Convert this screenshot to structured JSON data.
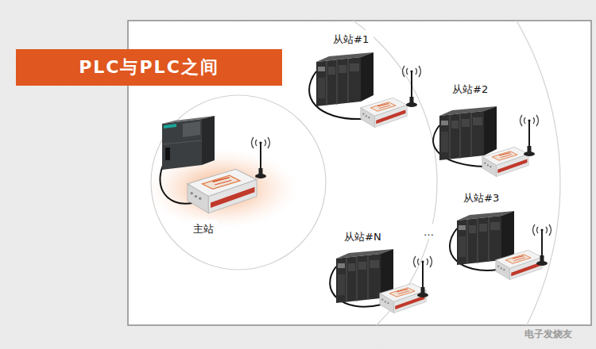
{
  "diagram": {
    "title": "PLC与PLC之间",
    "nodes": [
      {
        "text": [
          "从站#1"
        ]
      },
      {
        "text": [
          "从站#2"
        ]
      },
      {
        "text": [
          "从站#3"
        ]
      },
      {
        "text": [
          "主站"
        ]
      },
      {
        "text": [
          "从站#N"
        ]
      }
    ],
    "labels": [
      "…",
      "电子发烧友"
    ]
  }
}
